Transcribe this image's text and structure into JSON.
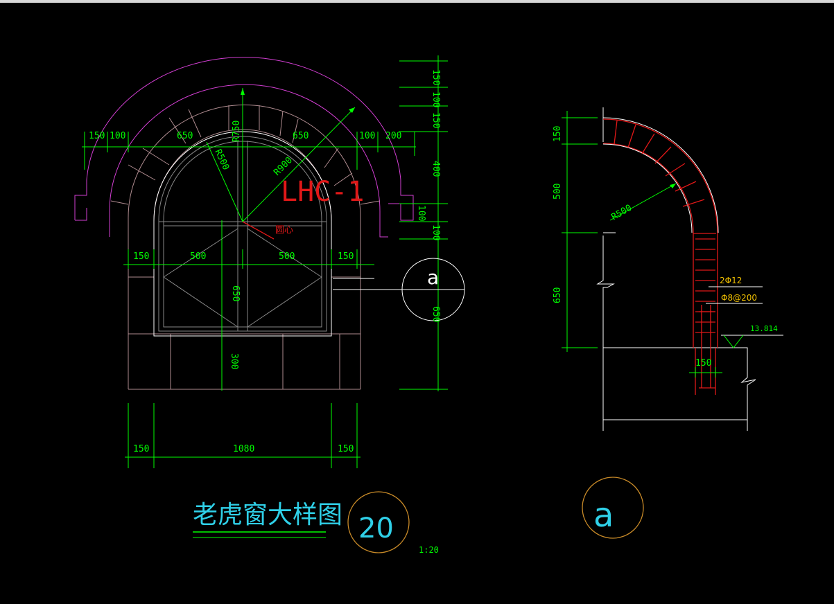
{
  "elevation": {
    "top_dims": [
      "150",
      "100",
      "650",
      "650",
      "100",
      "200"
    ],
    "radius_labels": [
      "R750",
      "R500",
      "R900"
    ],
    "tag": "LHC-1",
    "center_label": "圆心",
    "mid_dims": [
      "150",
      "500",
      "500",
      "150"
    ],
    "inner_v_dims": [
      "650",
      "300"
    ],
    "right_v_dims": [
      "150",
      "100",
      "150",
      "400",
      "100",
      "100",
      "650"
    ],
    "bottom_dims": [
      "150",
      "1080",
      "150"
    ],
    "callout": "a"
  },
  "title_block": {
    "title": "老虎窗大样图",
    "number": "20",
    "scale": "1:20"
  },
  "section": {
    "v_dims": [
      "150",
      "500",
      "650"
    ],
    "radius": "R500",
    "rebar_main": "2Φ12",
    "rebar_stirrup": "Φ8@200",
    "elevation_mark": "13.814",
    "width_dim": "150",
    "marker": "a"
  },
  "colors": {
    "background": "#000000",
    "dimension": "#00ff00",
    "outline": "#ffffff",
    "arch_outer": "#d43fd4",
    "masonry": "#b08c90",
    "concrete": "#e01818",
    "text_cyan": "#2fd0e8",
    "rebar_text": "#f0c000",
    "marker_circle": "#c88a28"
  }
}
